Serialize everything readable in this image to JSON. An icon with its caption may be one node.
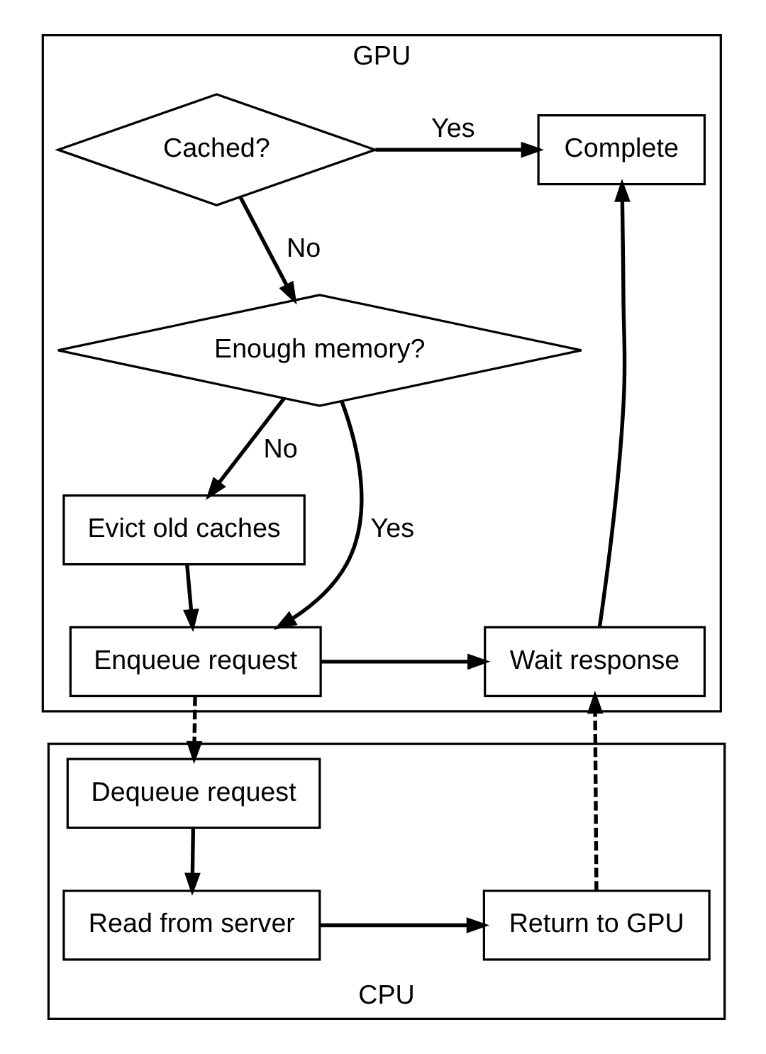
{
  "diagram": {
    "nodes": [
      {
        "text": [
          "GPU"
        ]
      },
      {
        "text": [
          "Cached?"
        ],
        "in": 0
      },
      {
        "text": [
          "Complete"
        ],
        "in": 0
      },
      {
        "text": [
          "Enough memory?"
        ],
        "in": 0
      },
      {
        "text": [
          "Evict old caches"
        ],
        "in": 0
      },
      {
        "text": [
          "Enqueue request"
        ],
        "in": 0
      },
      {
        "text": [
          "Wait response"
        ],
        "in": 0
      },
      {
        "text": [
          "CPU"
        ]
      },
      {
        "text": [
          "Dequeue request"
        ],
        "in": 7
      },
      {
        "text": [
          "Read from server"
        ],
        "in": 7
      },
      {
        "text": [
          "Return to GPU"
        ],
        "in": 7
      }
    ],
    "edges": [
      {
        "from": 1,
        "to": 2,
        "arrow": "to",
        "label": "Yes"
      },
      {
        "from": 1,
        "to": 3,
        "arrow": "to",
        "label": "No"
      },
      {
        "from": 3,
        "to": 4,
        "arrow": "to",
        "label": "No"
      },
      {
        "from": 3,
        "to": 5,
        "arrow": "to",
        "label": "Yes"
      },
      {
        "from": 4,
        "to": 5,
        "arrow": "to"
      },
      {
        "from": 5,
        "to": 6,
        "arrow": "to"
      },
      {
        "from": 6,
        "to": 2,
        "arrow": "to"
      },
      {
        "from": 5,
        "to": 8,
        "arrow": "to",
        "style": "dashed"
      },
      {
        "from": 8,
        "to": 9,
        "arrow": "to"
      },
      {
        "from": 9,
        "to": 10,
        "arrow": "to"
      },
      {
        "from": 10,
        "to": 6,
        "arrow": "to",
        "style": "dashed"
      }
    ]
  }
}
